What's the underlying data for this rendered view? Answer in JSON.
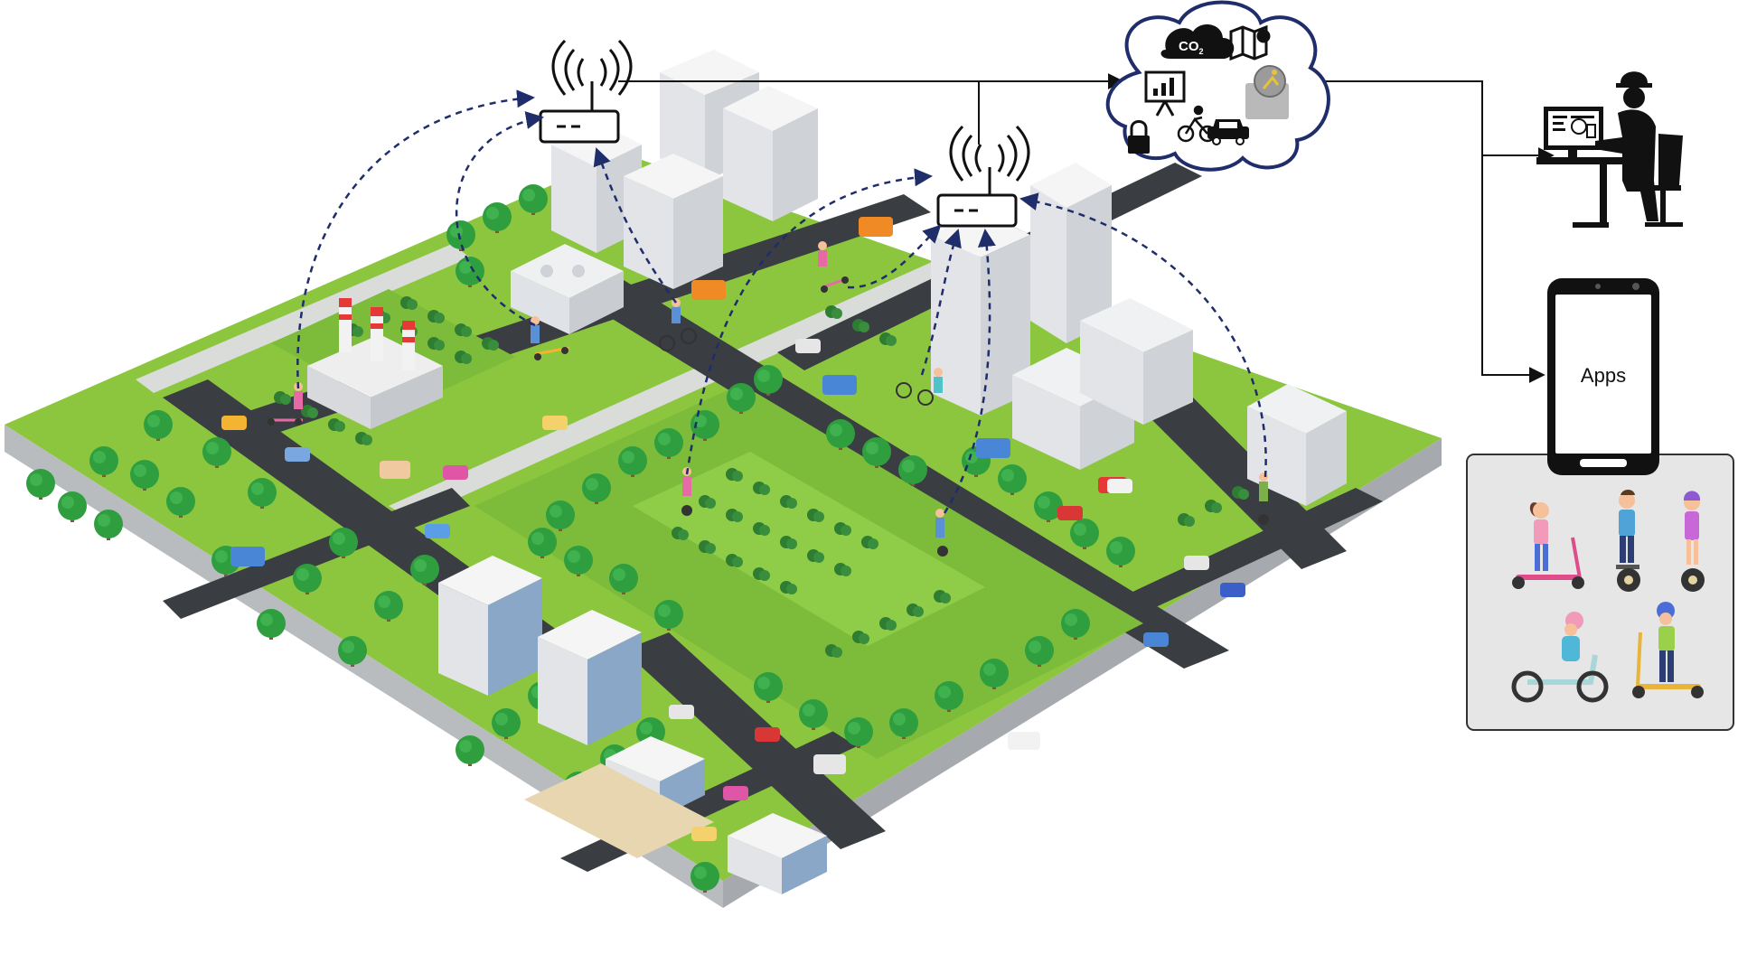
{
  "cloud": {
    "co2_label": "CO",
    "co2_subscript": "2",
    "icons": [
      "co2-cloud-icon",
      "map-pin-icon",
      "chart-board-icon",
      "fall-alert-icon",
      "bicycle-icon",
      "car-icon",
      "lock-icon"
    ]
  },
  "phone": {
    "label": "Apps"
  },
  "colors": {
    "grass": "#8cc63f",
    "grass_dark": "#6fae2f",
    "road": "#3a3d42",
    "sidewalk": "#d9dcd8",
    "base_side": "#b9bcbf",
    "tree": "#2f9e3f",
    "link_dash": "#1f2d6b",
    "line": "#111111",
    "panel": "#e6e6e6"
  }
}
